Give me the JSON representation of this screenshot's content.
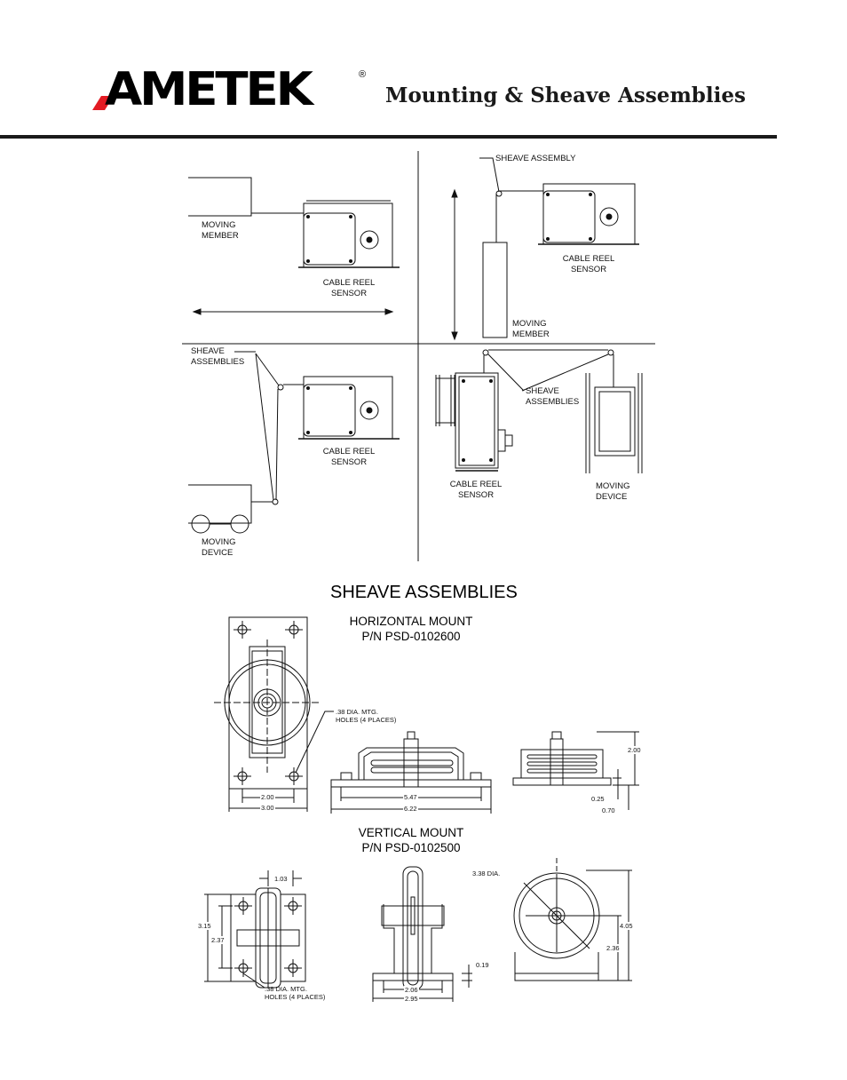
{
  "header": {
    "brand": "AMETEK",
    "registered": "®",
    "title": "Mounting & Sheave Assemblies"
  },
  "diagrams": {
    "top_left": {
      "moving_member": [
        "MOVING",
        "MEMBER"
      ],
      "sensor": [
        "CABLE REEL",
        "SENSOR"
      ]
    },
    "top_right": {
      "sheave": "SHEAVE ASSEMBLY",
      "sensor": [
        "CABLE REEL",
        "SENSOR"
      ],
      "moving_member": [
        "MOVING",
        "MEMBER"
      ]
    },
    "bottom_left": {
      "sheaves": [
        "SHEAVE",
        "ASSEMBLIES"
      ],
      "sensor": [
        "CABLE REEL",
        "SENSOR"
      ],
      "moving_device": [
        "MOVING",
        "DEVICE"
      ]
    },
    "bottom_right": {
      "sheaves": [
        "SHEAVE",
        "ASSEMBLIES"
      ],
      "sensor": [
        "CABLE REEL",
        "SENSOR"
      ],
      "moving_device": [
        "MOVING",
        "DEVICE"
      ]
    }
  },
  "section": {
    "title": "SHEAVE ASSEMBLIES",
    "horizontal": {
      "name": "HORIZONTAL MOUNT",
      "part": "P/N PSD-0102600",
      "holes": [
        ".38 DIA. MTG.",
        "HOLES (4 PLACES)"
      ],
      "dims": {
        "a": "2.00",
        "b": "3.00",
        "c": "5.47",
        "d": "6.22",
        "e": "2.00",
        "f": "0.25",
        "g": "0.70"
      }
    },
    "vertical": {
      "name": "VERTICAL MOUNT",
      "part": "P/N PSD-0102500",
      "holes": [
        ".38 DIA. MTG.",
        "HOLES (4 PLACES)"
      ],
      "dims": {
        "a": "1.03",
        "b": "3.15",
        "c": "2.37",
        "d": "0.19",
        "e": "2.06",
        "f": "2.95",
        "g": "3.38 DIA.",
        "h": "4.05",
        "i": "2.36"
      }
    }
  }
}
